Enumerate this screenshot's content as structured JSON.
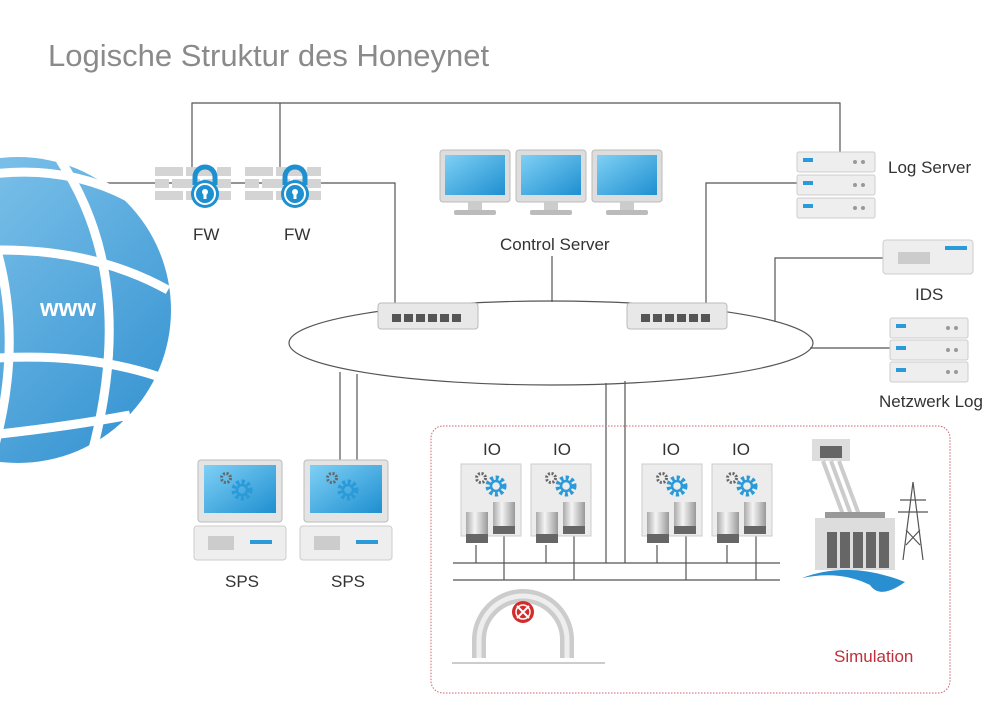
{
  "title": "Logische Struktur des Honeynet",
  "globe": {
    "label": "www",
    "icon": "globe-icon",
    "color": "#3a9fd8"
  },
  "firewalls": [
    {
      "label": "FW",
      "icon": "firewall-lock-icon"
    },
    {
      "label": "FW",
      "icon": "firewall-lock-icon"
    }
  ],
  "control_server": {
    "label": "Control Server",
    "icon": "monitor-icon"
  },
  "log_server": {
    "label": "Log Server",
    "icon": "server-stack-icon"
  },
  "ids": {
    "label": "IDS",
    "icon": "server-icon"
  },
  "netzwerk_log": {
    "label": "Netzwerk Log",
    "icon": "server-stack-icon"
  },
  "switches": [
    {
      "icon": "network-switch-icon"
    },
    {
      "icon": "network-switch-icon"
    }
  ],
  "sps": [
    {
      "label": "SPS",
      "icon": "plc-computer-icon"
    },
    {
      "label": "SPS",
      "icon": "plc-computer-icon"
    }
  ],
  "io_modules": [
    {
      "label": "IO"
    },
    {
      "label": "IO"
    },
    {
      "label": "IO"
    },
    {
      "label": "IO"
    }
  ],
  "simulation": {
    "label": "Simulation",
    "color": "#c0303a",
    "icons": [
      "pipe-valve-icon",
      "power-plant-icon",
      "power-pylon-icon"
    ]
  },
  "colors": {
    "accent": "#3a9fd8",
    "lines": "#555555",
    "title": "#8a8a8a"
  }
}
